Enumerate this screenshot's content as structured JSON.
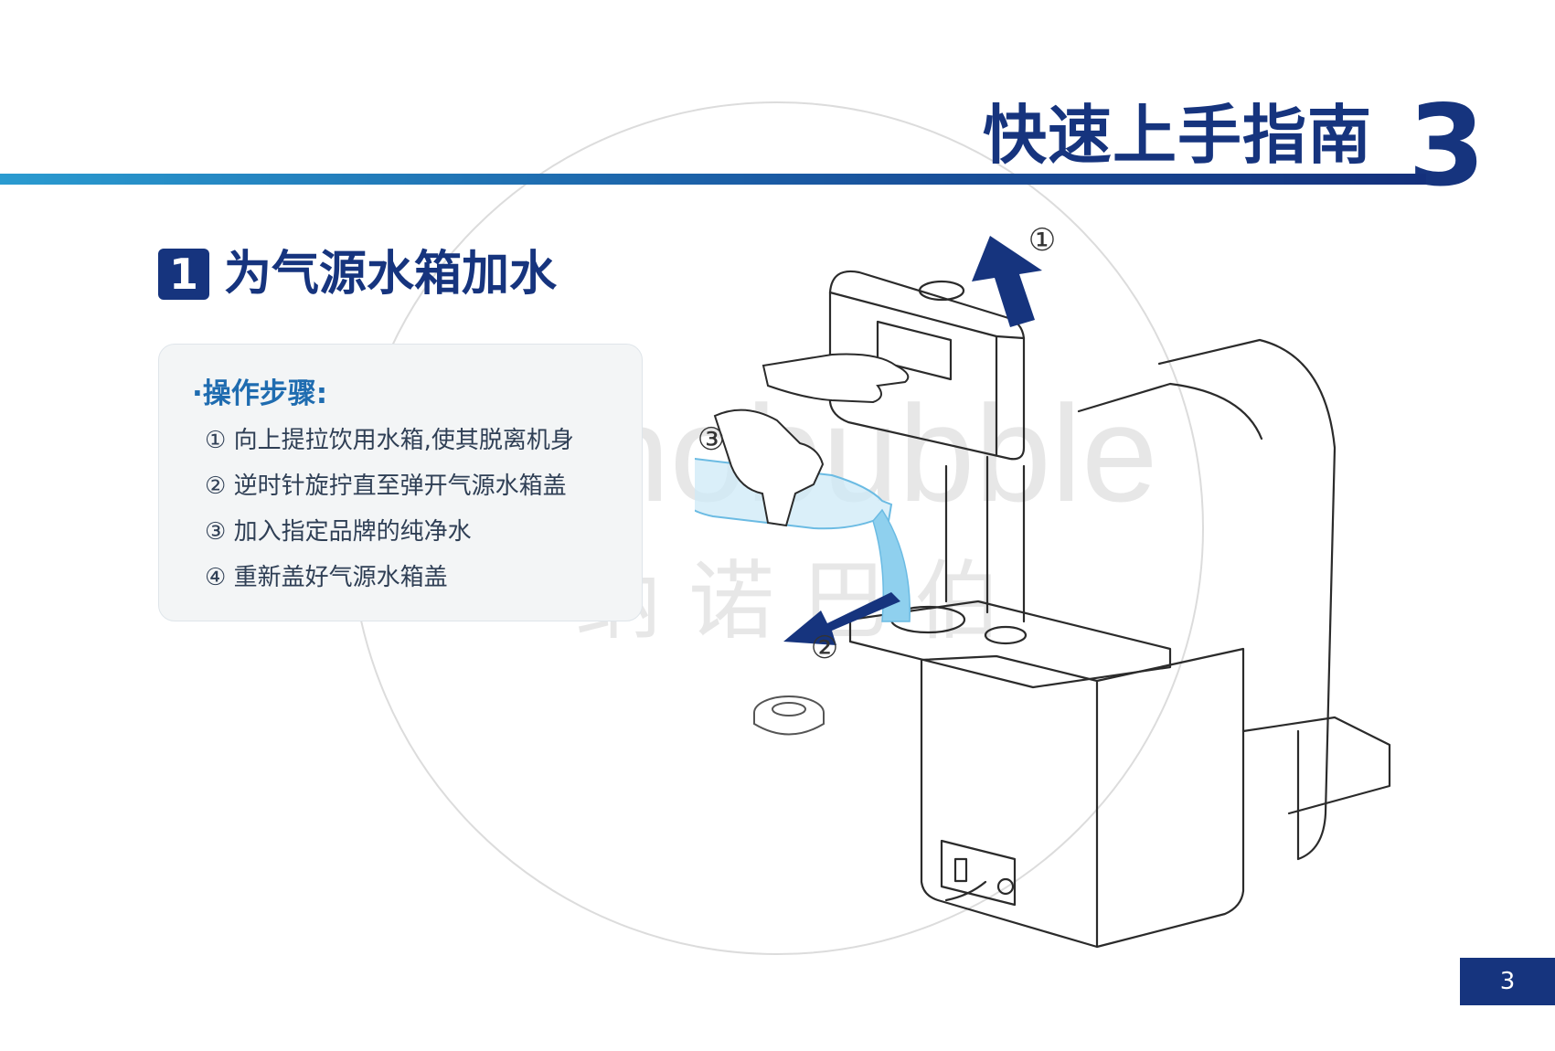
{
  "header": {
    "guide_title": "快速上手指南",
    "guide_number": "3"
  },
  "section": {
    "step_number": "1",
    "title": "为气源水箱加水"
  },
  "steps_card": {
    "heading": "·操作步骤:",
    "items": [
      "① 向上提拉饮用水箱,使其脱离机身",
      "② 逆时针旋拧直至弹开气源水箱盖",
      "③ 加入指定品牌的纯净水",
      "④ 重新盖好气源水箱盖"
    ]
  },
  "illustration": {
    "callouts": [
      "①",
      "②",
      "③"
    ]
  },
  "watermark": {
    "brand_en": "Nanobubble",
    "brand_cn": "纳 诺 巴 伯"
  },
  "page_number": "3",
  "colors": {
    "primary_navy": "#16347e",
    "accent_blue": "#1f6cb0",
    "water_blue": "#8fd0ee",
    "card_background": "#f3f5f6"
  }
}
